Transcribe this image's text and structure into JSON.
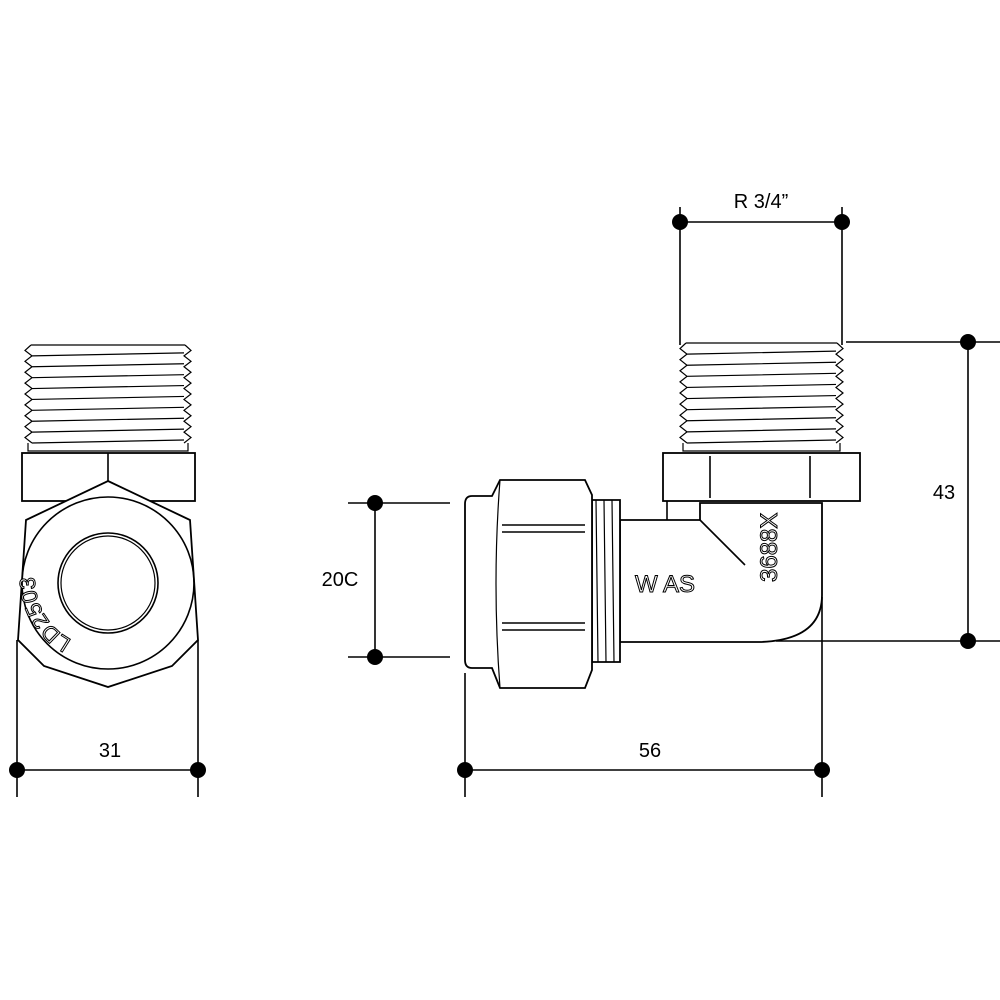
{
  "dimensions": {
    "width_side": "31",
    "thread_size": "R 3/4”",
    "height": "43",
    "pipe_size": "20C",
    "length": "56"
  },
  "markings": {
    "side_code": "LD2503",
    "brand": "W AS",
    "standard": "3688X"
  }
}
